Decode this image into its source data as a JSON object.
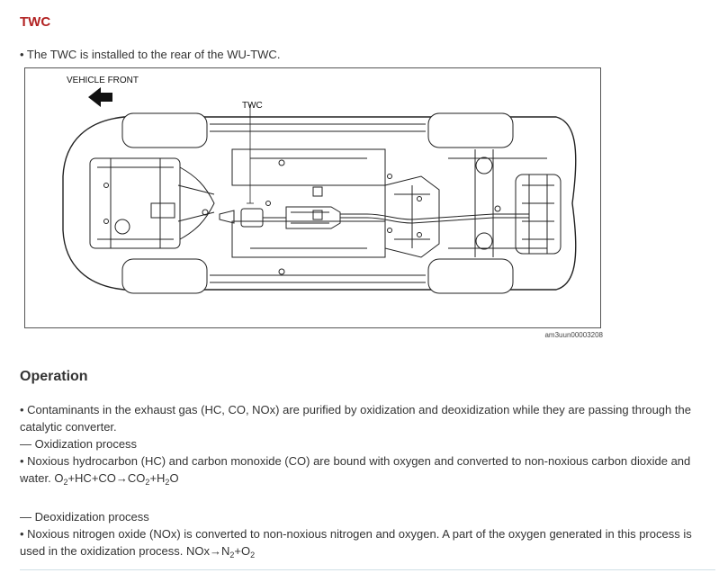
{
  "section": {
    "title": "TWC",
    "intro": "• The TWC is installed to the rear of the WU-TWC."
  },
  "figure": {
    "label_front": "VEHICLE FRONT",
    "label_twc": "TWC",
    "code": "am3uun00003208"
  },
  "operation": {
    "title": "Operation",
    "p1": "• Contaminants in the exhaust gas (HC, CO, NOx) are purified by oxidization and deoxidization while they are passing through the catalytic converter.",
    "p2": "— Oxidization process",
    "p3_text": "• Noxious hydrocarbon (HC) and carbon monoxide (CO) are bound with oxygen and converted to non-noxious carbon dioxide and water.",
    "formula1": {
      "a": "O",
      "a_sub": "2",
      "b": "+HC+CO→CO",
      "b_sub": "2",
      "c": "+H",
      "c_sub": "2",
      "d": "O"
    },
    "p4": "— Deoxidization process",
    "p5_text": "• Noxious nitrogen oxide (NOx) is converted to non-noxious nitrogen and oxygen. A part of the oxygen generated in this process is used in the oxidization process.",
    "formula2": {
      "a": "NOx→N",
      "a_sub": "2",
      "b": "+O",
      "b_sub": "2"
    }
  },
  "colors": {
    "title": "#b22222",
    "text": "#333333",
    "rule": "#cfe0e6"
  }
}
